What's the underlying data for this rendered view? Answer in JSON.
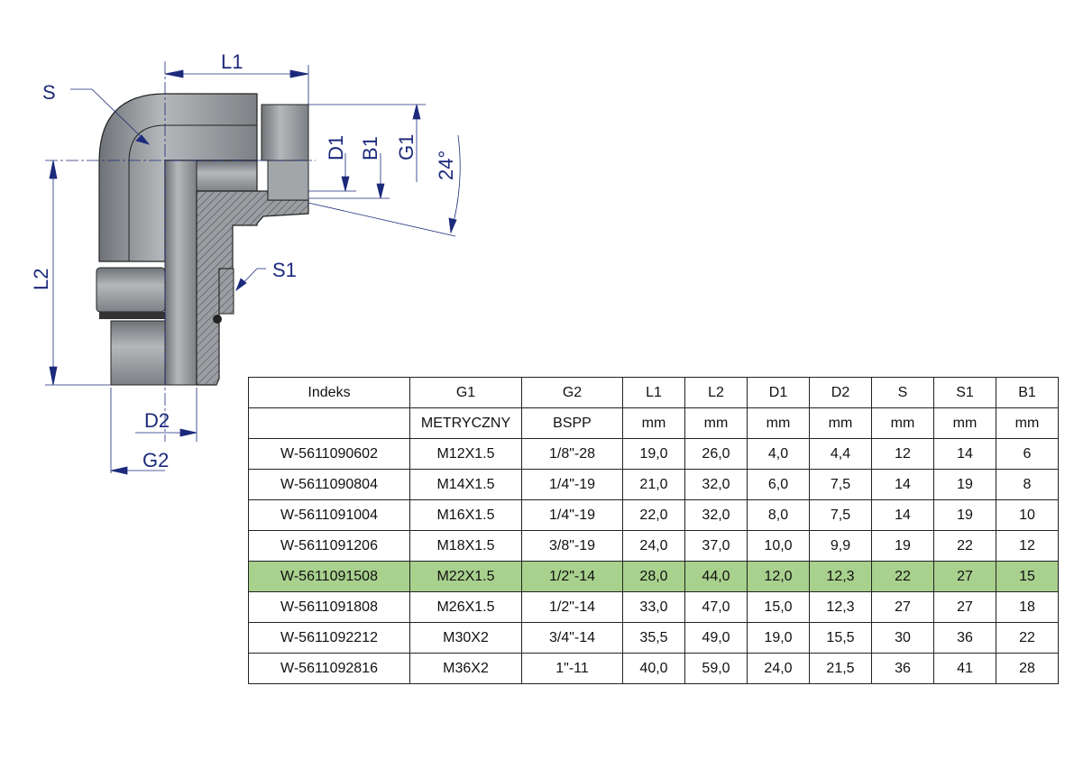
{
  "drawing": {
    "labels": {
      "L1": "L1",
      "S": "S",
      "L2": "L2",
      "D1": "D1",
      "B1": "B1",
      "G1": "G1",
      "angle": "24°",
      "S1": "S1",
      "D2": "D2",
      "G2": "G2"
    },
    "colors": {
      "dimension": "#1c2a7c",
      "body": "#8d9195",
      "highlight": "#a9d18e"
    }
  },
  "table": {
    "headers": [
      "Indeks",
      "G1",
      "G2",
      "L1",
      "L2",
      "D1",
      "D2",
      "S",
      "S1",
      "B1"
    ],
    "units": [
      "",
      "METRYCZNY",
      "BSPP",
      "mm",
      "mm",
      "mm",
      "mm",
      "mm",
      "mm",
      "mm"
    ],
    "highlighted_row": 4,
    "rows": [
      [
        "W-5611090602",
        "M12X1.5",
        "1/8\"-28",
        "19,0",
        "26,0",
        "4,0",
        "4,4",
        "12",
        "14",
        "6"
      ],
      [
        "W-5611090804",
        "M14X1.5",
        "1/4\"-19",
        "21,0",
        "32,0",
        "6,0",
        "7,5",
        "14",
        "19",
        "8"
      ],
      [
        "W-5611091004",
        "M16X1.5",
        "1/4\"-19",
        "22,0",
        "32,0",
        "8,0",
        "7,5",
        "14",
        "19",
        "10"
      ],
      [
        "W-5611091206",
        "M18X1.5",
        "3/8\"-19",
        "24,0",
        "37,0",
        "10,0",
        "9,9",
        "19",
        "22",
        "12"
      ],
      [
        "W-5611091508",
        "M22X1.5",
        "1/2\"-14",
        "28,0",
        "44,0",
        "12,0",
        "12,3",
        "22",
        "27",
        "15"
      ],
      [
        "W-5611091808",
        "M26X1.5",
        "1/2\"-14",
        "33,0",
        "47,0",
        "15,0",
        "12,3",
        "27",
        "27",
        "18"
      ],
      [
        "W-5611092212",
        "M30X2",
        "3/4\"-14",
        "35,5",
        "49,0",
        "19,0",
        "15,5",
        "30",
        "36",
        "22"
      ],
      [
        "W-5611092816",
        "M36X2",
        "1\"-11",
        "40,0",
        "59,0",
        "24,0",
        "21,5",
        "36",
        "41",
        "28"
      ]
    ]
  }
}
